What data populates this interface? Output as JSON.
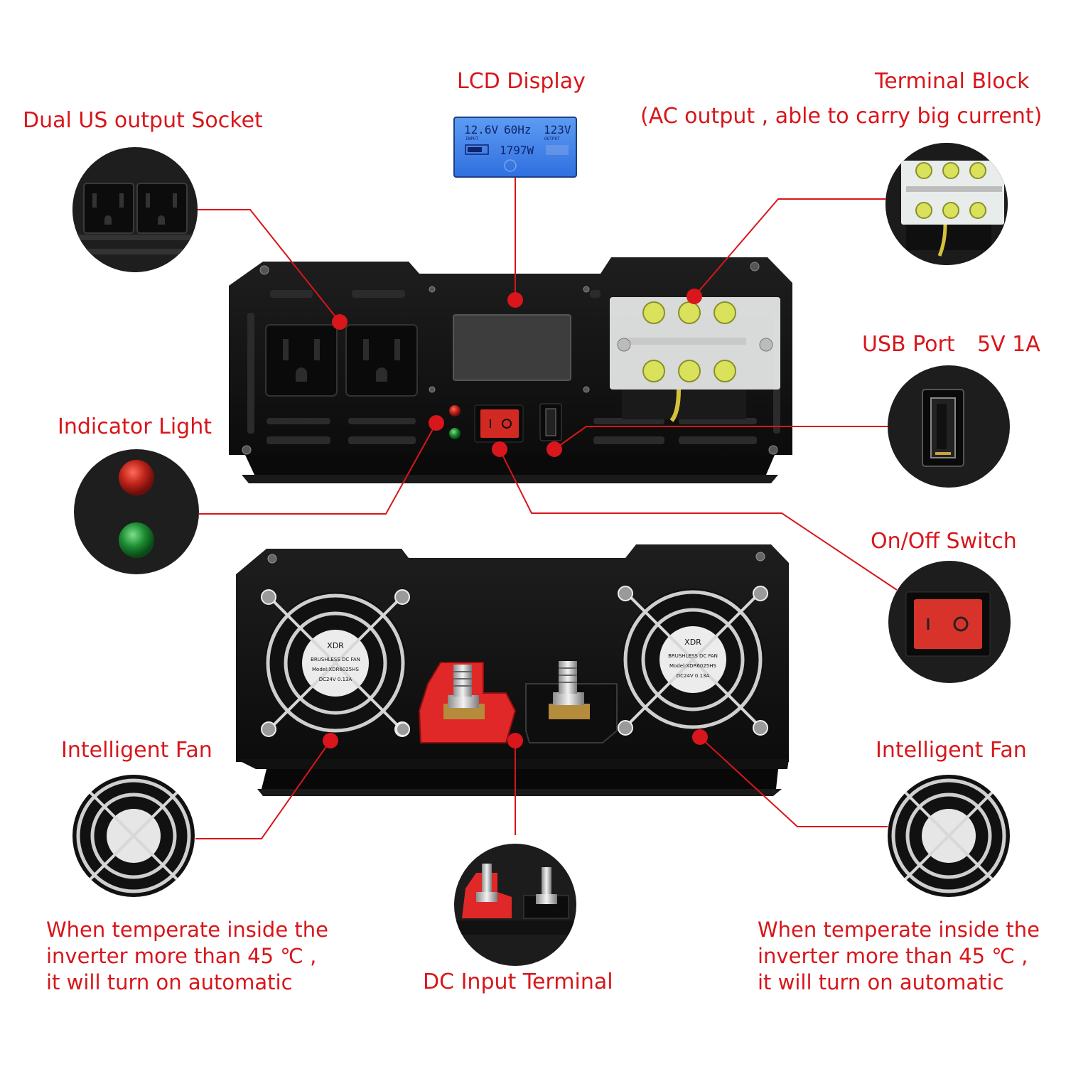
{
  "labels": {
    "lcd_display": "LCD Display",
    "terminal_block": "Terminal Block",
    "terminal_block_note": "(AC output , able to carry big current)",
    "dual_socket": "Dual US output Socket",
    "usb_port": "USB Port",
    "usb_spec": "5V 1A",
    "indicator_light": "Indicator Light",
    "on_off_switch": "On/Off Switch",
    "fan_left": "Intelligent Fan",
    "fan_right": "Intelligent Fan",
    "dc_input": "DC Input Terminal"
  },
  "notes": {
    "left": [
      "When temperate inside the",
      "inverter more than 45 ℃ ,",
      "it will turn on automatic"
    ],
    "right": [
      "When temperate inside the",
      "inverter more than 45 ℃ ,",
      "it will turn on automatic"
    ]
  },
  "lcd": {
    "input_voltage": "12.6V",
    "frequency": "60Hz",
    "output_voltage": "123V",
    "input_tag": "INPUT",
    "output_tag": "OUTPUT",
    "power": "1797W"
  },
  "fan_label": {
    "brand": "XDR",
    "line1": "BRUSHLESS DC FAN",
    "line2": "Model:XDR6025HS",
    "line3": "DC24V 0.13A"
  },
  "colors": {
    "annotation_red": "#d8161b",
    "device_body": "#141414",
    "lcd_backlight": "#3b7fe8"
  }
}
